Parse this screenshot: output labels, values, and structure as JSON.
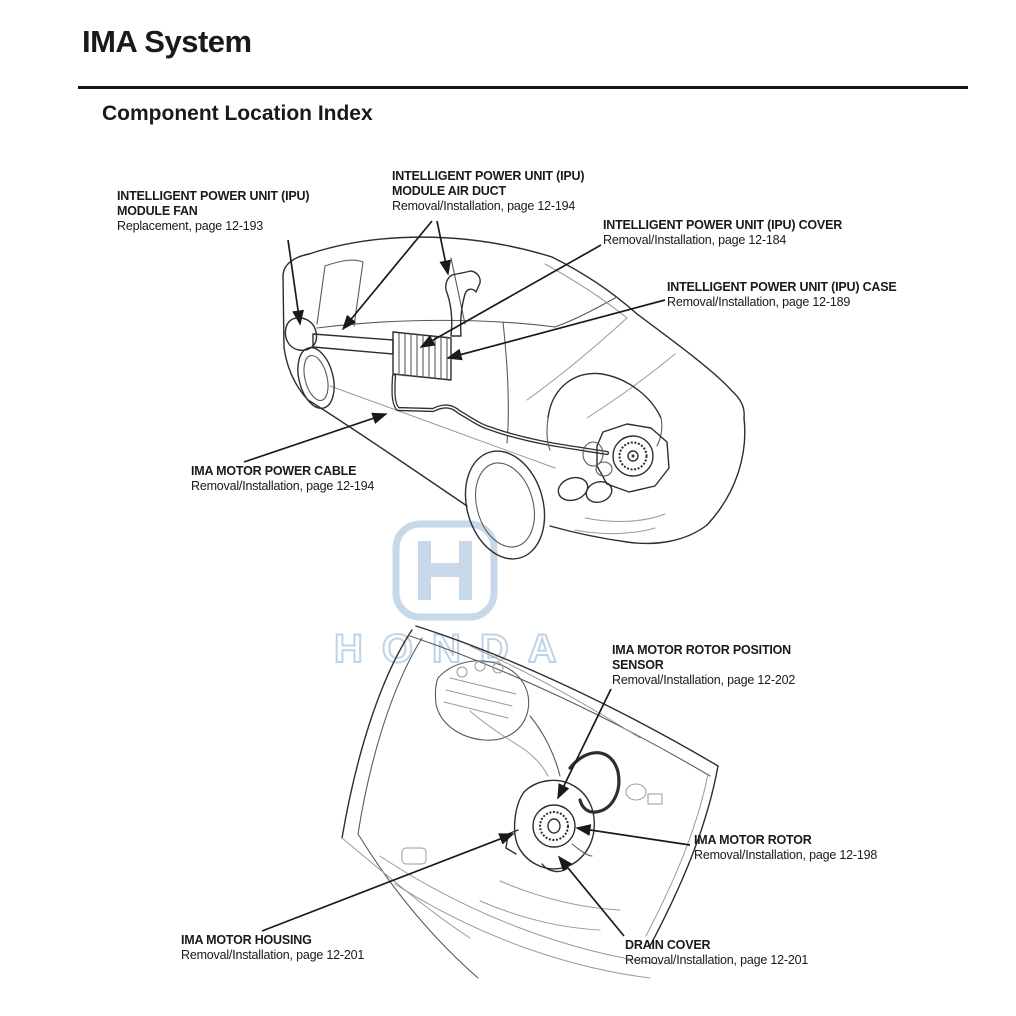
{
  "page": {
    "title": "IMA System",
    "section_title": "Component Location Index"
  },
  "watermark": {
    "brand": "HONDA",
    "logo": "honda-h-logo",
    "color": "#bfd3e5"
  },
  "colors": {
    "ink": "#1a1a1a",
    "drawing_line": "#2e2e2e",
    "light_line": "#9a9a9a",
    "watermark_blue": "#bfd3e5"
  },
  "diagrams": {
    "vehicle_cutaway": {
      "description": "Three-quarter cutaway line drawing of the vehicle showing the IPU module behind the rear seats, the air duct, and the IMA motor power cable routed forward to the IMA motor at the engine"
    },
    "engine_bay": {
      "description": "Front engine-bay line drawing showing the IMA motor rotor, rotor position sensor, motor housing and drain cover between the engine and transmission"
    }
  },
  "callouts": [
    {
      "id": "ipu-module-fan",
      "title": "INTELLIGENT POWER UNIT (IPU)\nMODULE FAN",
      "procedure": "Replacement, page 12-193"
    },
    {
      "id": "ipu-module-air-duct",
      "title": "INTELLIGENT POWER UNIT (IPU)\nMODULE AIR DUCT",
      "procedure": "Removal/Installation, page 12-194"
    },
    {
      "id": "ipu-cover",
      "title": "INTELLIGENT POWER UNIT (IPU) COVER",
      "procedure": "Removal/Installation, page 12-184"
    },
    {
      "id": "ipu-case",
      "title": "INTELLIGENT POWER UNIT (IPU) CASE",
      "procedure": "Removal/Installation, page 12-189"
    },
    {
      "id": "ima-motor-power-cable",
      "title": "IMA MOTOR POWER CABLE",
      "procedure": "Removal/Installation, page 12-194"
    },
    {
      "id": "ima-motor-rotor-position-sensor",
      "title": "IMA MOTOR ROTOR POSITION\nSENSOR",
      "procedure": "Removal/Installation, page 12-202"
    },
    {
      "id": "ima-motor-rotor",
      "title": "IMA MOTOR ROTOR",
      "procedure": "Removal/Installation, page 12-198"
    },
    {
      "id": "ima-motor-housing",
      "title": "IMA MOTOR HOUSING",
      "procedure": "Removal/Installation, page 12-201"
    },
    {
      "id": "drain-cover",
      "title": "DRAIN COVER",
      "procedure": "Removal/Installation, page 12-201"
    }
  ]
}
